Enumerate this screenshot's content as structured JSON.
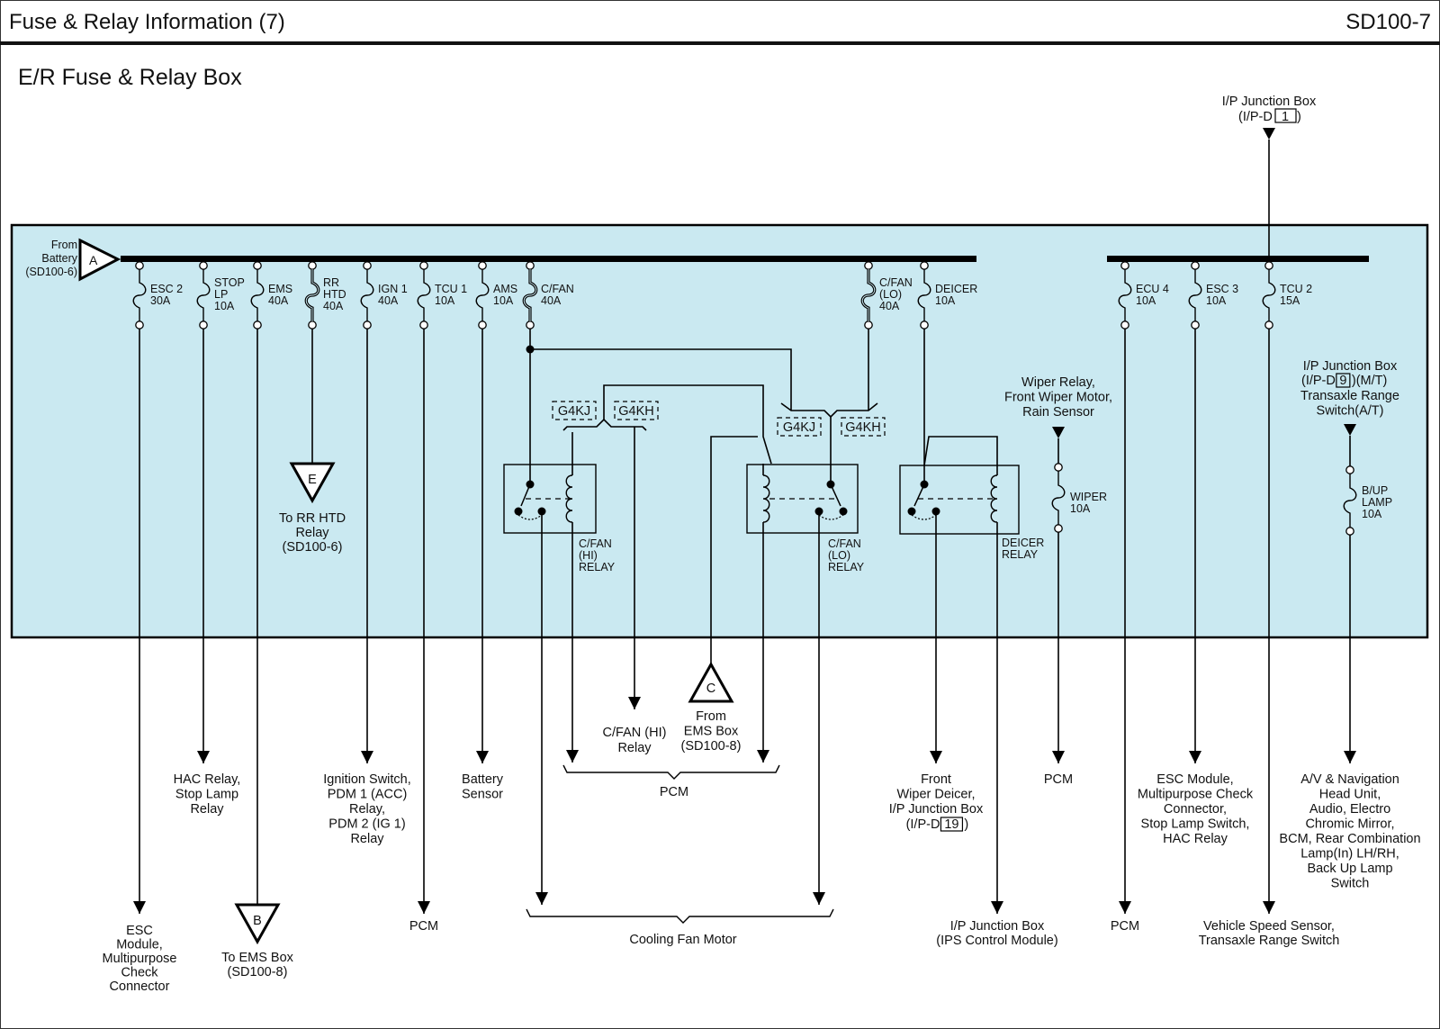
{
  "header": {
    "title": "Fuse & Relay Information (7)",
    "code": "SD100-7"
  },
  "section_title": "E/R Fuse & Relay Box",
  "colors": {
    "box_fill": "#cae9f1",
    "line": "#000000"
  },
  "battery_input": {
    "connector": "A",
    "label": [
      "From",
      "Battery",
      "(SD100-6)"
    ]
  },
  "top_input": {
    "label": [
      "I/P Junction Box",
      "(I/P-D ",
      "1",
      " )"
    ]
  },
  "fuses_bus1": [
    {
      "name": [
        "ESC 2",
        "30A"
      ],
      "dest": [
        "ESC",
        "Module,",
        "Multipurpose",
        "Check",
        "Connector"
      ]
    },
    {
      "name": [
        "STOP",
        "LP",
        "10A"
      ],
      "dest": [
        "HAC Relay,",
        "Stop Lamp",
        "Relay"
      ]
    },
    {
      "name": [
        "EMS",
        "40A"
      ],
      "dest_connector": "B",
      "dest": [
        "To EMS Box",
        "(SD100-8)"
      ]
    },
    {
      "name": [
        "RR",
        "HTD",
        "40A"
      ],
      "dest_connector": "E",
      "dest": [
        "To RR HTD",
        "Relay",
        "(SD100-6)"
      ]
    },
    {
      "name": [
        "IGN 1",
        "40A"
      ],
      "dest": [
        "Ignition Switch,",
        "PDM 1 (ACC)",
        "Relay,",
        "PDM 2 (IG 1)",
        "Relay"
      ]
    },
    {
      "name": [
        "TCU 1",
        "10A"
      ],
      "dest": [
        "PCM"
      ]
    },
    {
      "name": [
        "AMS",
        "10A"
      ],
      "dest": [
        "Battery",
        "Sensor"
      ]
    },
    {
      "name": [
        "C/FAN",
        "40A"
      ]
    },
    {
      "name": [
        "C/FAN",
        "(LO)",
        "40A"
      ]
    },
    {
      "name": [
        "DEICER",
        "10A"
      ]
    }
  ],
  "fuses_bus2": [
    {
      "name": [
        "ECU 4",
        "10A"
      ],
      "dest": [
        "PCM"
      ]
    },
    {
      "name": [
        "ESC 3",
        "10A"
      ],
      "dest": [
        "ESC Module,",
        "Multipurpose Check",
        "Connector,",
        "Stop Lamp Switch,",
        "HAC Relay"
      ]
    },
    {
      "name": [
        "TCU 2",
        "15A"
      ],
      "dest": [
        "Vehicle Speed Sensor,",
        "Transaxle Range Switch"
      ]
    }
  ],
  "wiper_fuse": {
    "name": [
      "WIPER",
      "10A"
    ],
    "source": [
      "Wiper Relay,",
      "Front Wiper Motor,",
      "Rain Sensor"
    ],
    "dest": [
      "PCM"
    ]
  },
  "backup_fuse": {
    "name": [
      "B/UP",
      "LAMP",
      "10A"
    ],
    "source": [
      "I/P Junction Box",
      "(I/P-D ",
      "9",
      " )(M/T)",
      "Transaxle Range",
      "Switch(A/T)"
    ],
    "dest": [
      "A/V & Navigation",
      "Head Unit,",
      "Audio, Electro",
      "Chromic Mirror,",
      "BCM, Rear Combination",
      "Lamp(In) LH/RH,",
      "Back Up Lamp",
      "Switch"
    ]
  },
  "relays": [
    {
      "name": [
        "C/FAN",
        "(HI)",
        "RELAY"
      ]
    },
    {
      "name": [
        "C/FAN",
        "(LO)",
        "RELAY"
      ]
    },
    {
      "name": [
        "DEICER",
        "RELAY"
      ]
    }
  ],
  "engine_options": [
    "G4KJ",
    "G4KH"
  ],
  "group_destinations": {
    "pcm_group": "PCM",
    "cfan_hi_relay": [
      "C/FAN (HI)",
      "Relay"
    ],
    "from_ems": {
      "connector": "C",
      "label": [
        "From",
        "EMS Box",
        "(SD100-8)"
      ]
    },
    "cooling_fan": "Cooling Fan Motor",
    "deicer_dest": [
      "Front",
      "Wiper Deicer,",
      "I/P Junction Box",
      "(I/P-D ",
      "19",
      " )"
    ],
    "ips_dest": [
      "I/P Junction Box",
      "(IPS Control Module)"
    ]
  }
}
